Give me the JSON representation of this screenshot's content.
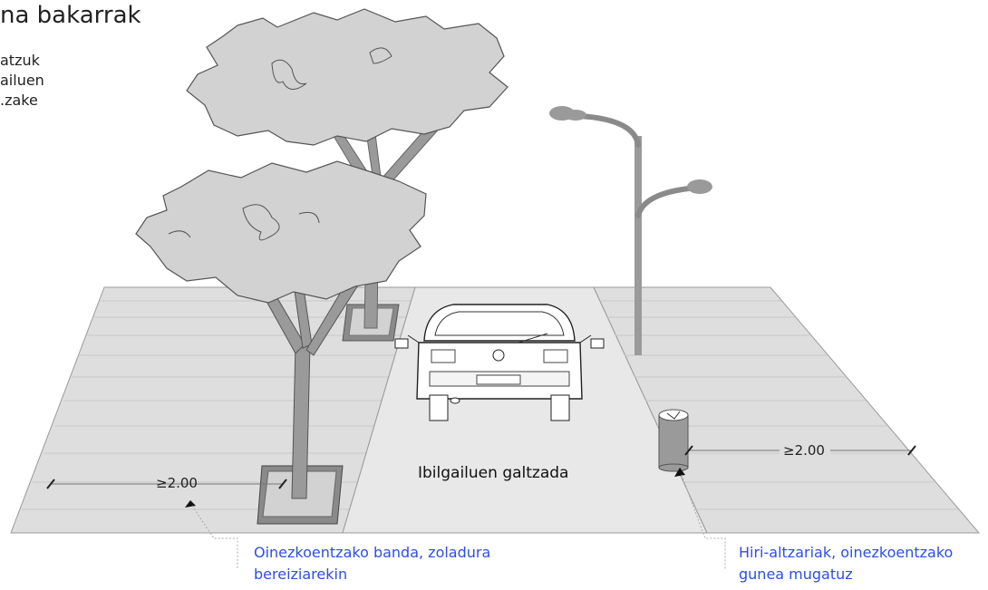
{
  "heading": {
    "title_fragment": "na bakarrak",
    "text_lines": [
      "atzuk",
      "ailuen",
      "zake."
    ]
  },
  "diagram": {
    "road_label": "Ibilgailuen galtzada",
    "left_dimension": "≥2.00",
    "right_dimension": "≥2.00"
  },
  "callouts": {
    "left": [
      "Oinezkoentzako banda, zoladura",
      "bereiziarekin"
    ],
    "right": [
      "Hiri-altzariak, oinezkoentzako",
      "gunea mugatuz"
    ]
  },
  "colors": {
    "callout_text": "#2d4fe0",
    "foliage": "#d2d2d2",
    "trunk": "#9a9a9a",
    "paving": "#dedede"
  }
}
